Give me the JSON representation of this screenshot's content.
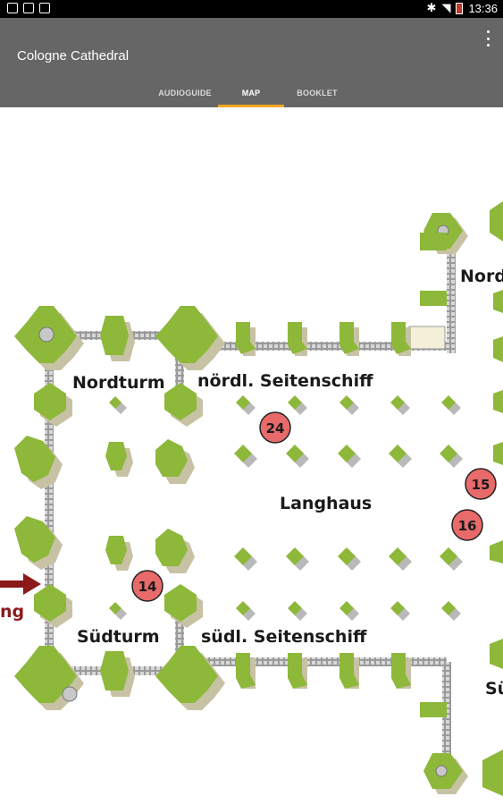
{
  "status_bar": {
    "time": "13:36"
  },
  "app": {
    "title": "Cologne Cathedral"
  },
  "tabs": [
    {
      "label": "AUDIOGUIDE",
      "active": false
    },
    {
      "label": "MAP",
      "active": true
    },
    {
      "label": "BOOKLET",
      "active": false
    }
  ],
  "colors": {
    "app_bar": "#666666",
    "tab_indicator": "#f5a623",
    "pillar": "#8db83a",
    "marker": "#e86a6a",
    "arrow": "#8b1a1a"
  },
  "map": {
    "labels": {
      "nordturm": "Nordturm",
      "noerdl": "nördl. Seitenschiff",
      "langhaus": "Langhaus",
      "suedturm": "Südturm",
      "suedl": "südl. Seitenschiff",
      "nord_partial": "Nord",
      "sued_partial": "Sü",
      "entrance_partial": "ng"
    },
    "markers": [
      "24",
      "15",
      "16",
      "14"
    ]
  }
}
